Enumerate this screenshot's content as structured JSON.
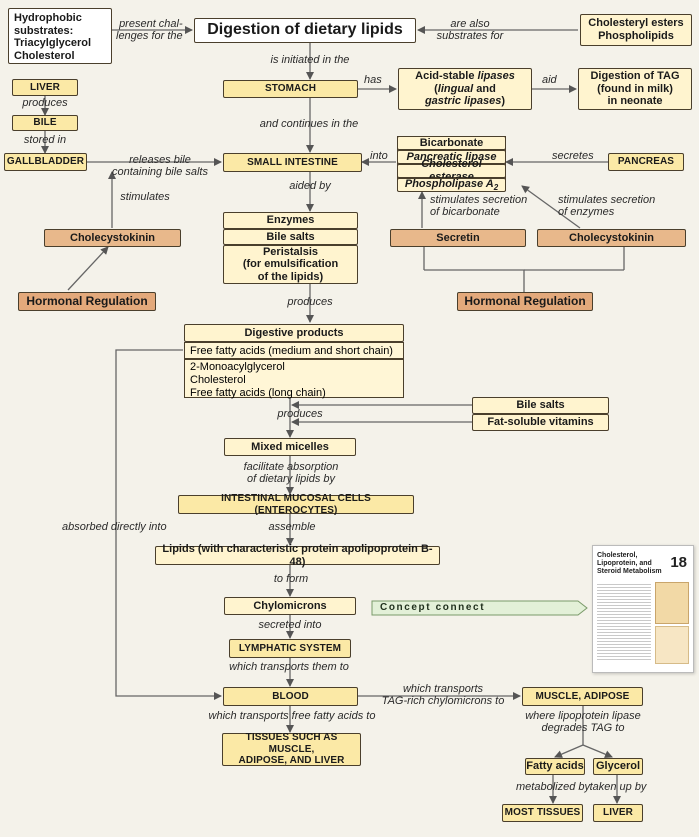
{
  "title": "Digestion of dietary lipids",
  "hydrophobic": [
    "Hydrophobic",
    "substrates:",
    "Triacylglycerol",
    "Cholesterol"
  ],
  "cholesteryl": [
    "Cholesteryl esters",
    "Phospholipids"
  ],
  "labels": {
    "present1": "present chal-",
    "present2": "lenges for the",
    "also1": "are also",
    "also2": "substrates for",
    "initiated": "is initiated in the",
    "has": "has",
    "aid": "aid",
    "continues": "and continues in the",
    "into": "into",
    "secretes": "secretes",
    "releases1": "releases bile",
    "releases2": "containing bile salts",
    "stimulates": "stimulates",
    "aided": "aided by",
    "stimsec1": "stimulates secretion",
    "stimsec2": "of bicarbonate",
    "stimsec3": "stimulates secretion",
    "stimsec4": "of enzymes",
    "produces": "produces",
    "stored": "stored in",
    "produces2": "produces",
    "facilitate1": "facilitate absorption",
    "facilitate2": "of dietary lipids by",
    "assemble": "assemble",
    "absorbed": "absorbed directly into",
    "toform": "to form",
    "secreted": "secreted into",
    "transports": "which transports them to",
    "whichtrans1": "which transports",
    "whichtrans2": "TAG-rich chylomicrons to",
    "freefa": "which transports free fatty acids to",
    "lpl1": "where lipoprotein lipase",
    "lpl2": "degrades TAG to",
    "metab": "metabolized by",
    "taken": "taken up by"
  },
  "boxes": {
    "liver": "LIVER",
    "bile": "BILE",
    "gallbladder": "GALLBLADDER",
    "stomach": "STOMACH",
    "lipases_pre": "Acid-stable ",
    "lipases_it": "lipases",
    "lingual_pre": "(",
    "lingual": "lingual",
    "lingual_post": " and",
    "gastric": "gastric lipases",
    "gastric_post": ")",
    "tag": [
      "Digestion of TAG",
      "(found in milk)",
      "in neonate"
    ],
    "small_intestine": "SMALL INTESTINE",
    "bicarbonate": "Bicarbonate",
    "pancreatic_lipase": "Pancreatic lipase",
    "cholesterol_esterase": "Cholesterol esterase",
    "phospholipase": "Phospholipase A",
    "phospholipase_sub": "2",
    "pancreas": "PANCREAS",
    "cck_left": "Cholecystokinin",
    "hormonal_left": "Hormonal Regulation",
    "enzymes": "Enzymes",
    "bile_salts": "Bile salts",
    "peristalsis": [
      "Peristalsis",
      "(for emulsification",
      "of the lipids)"
    ],
    "secretin": "Secretin",
    "cck_right": "Cholecystokinin",
    "hormonal_right": "Hormonal Regulation",
    "digestive_products": "Digestive products",
    "free_fa_short": "Free fatty acids (medium and short chain)",
    "products_list": [
      "2-Monoacylglycerol",
      "Cholesterol",
      "Free fatty acids (long chain)"
    ],
    "bile_salts2": "Bile salts",
    "fat_vitamins": "Fat-soluble vitamins",
    "mixed_micelles": "Mixed micelles",
    "enterocytes": "INTESTINAL MUCOSAL CELLS (ENTEROCYTES)",
    "lipids_apo": "Lipids (with characteristic protein apolipoprotein B-48)",
    "chylomicrons": "Chylomicrons",
    "concept": "Concept connect",
    "lymphatic": "LYMPHATIC SYSTEM",
    "blood": "BLOOD",
    "muscle_adipose": "MUSCLE, ADIPOSE",
    "tissues": [
      "TISSUES SUCH AS MUSCLE,",
      "ADIPOSE, AND LIVER"
    ],
    "fatty_acids": "Fatty acids",
    "glycerol": "Glycerol",
    "most_tissues": "MOST TISSUES",
    "liver2": "LIVER"
  },
  "thumbnail": {
    "title": [
      "Cholesterol,",
      "Lipoprotein, and",
      "Steroid Metabolism"
    ],
    "number": "18"
  }
}
